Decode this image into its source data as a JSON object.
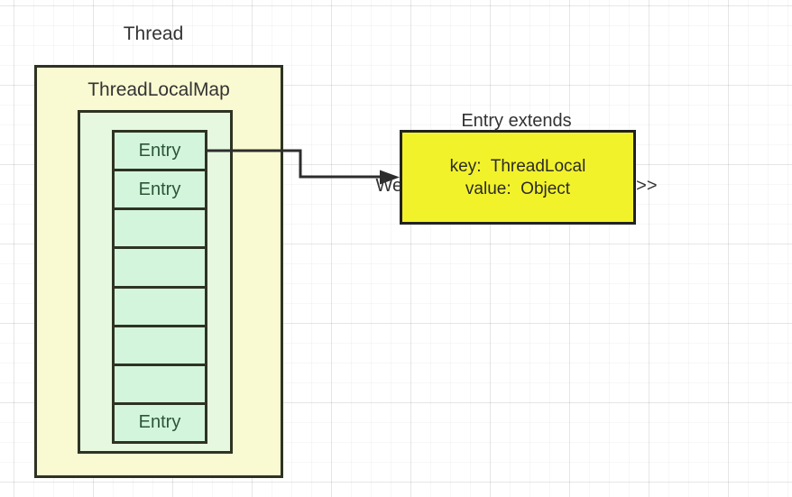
{
  "diagram_title": "Thread",
  "outer_box": {
    "title": "ThreadLocalMap"
  },
  "entries": [
    {
      "label": "Entry"
    },
    {
      "label": "Entry"
    },
    {
      "label": ""
    },
    {
      "label": ""
    },
    {
      "label": ""
    },
    {
      "label": ""
    },
    {
      "label": ""
    },
    {
      "label": "Entry"
    }
  ],
  "caption": {
    "line1": "Entry extends",
    "line2": "WeakReference<ThreadLocal<?>>"
  },
  "kv_box": {
    "key_line": "key:  ThreadLocal",
    "value_line": "value:  Object"
  },
  "colors": {
    "outer_fill": "#fafad2",
    "inner_fill": "#e6f9e0",
    "cell_fill": "#d3f5dc",
    "kv_fill": "#f2f22b",
    "shape_border": "#2e3322",
    "arrow": "#2d2d2d",
    "text_dark": "#333333",
    "entry_text": "#2b5537"
  }
}
